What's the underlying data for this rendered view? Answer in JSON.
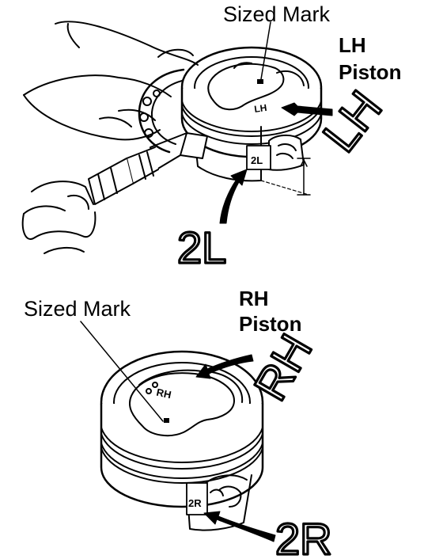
{
  "labels": {
    "top_sized_mark": "Sized Mark",
    "lh_piston_line1": "LH",
    "lh_piston_line2": "Piston",
    "lh_large": "LH",
    "mark_2l_small": "2L",
    "mark_2l_large": "2L",
    "lh_crown_mark": "LH",
    "bottom_sized_mark": "Sized Mark",
    "rh_piston_line1": "RH",
    "rh_piston_line2": "Piston",
    "rh_large": "RH",
    "rh_crown_mark": "RH",
    "mark_2r_small": "2R",
    "mark_2r_large": "2R"
  }
}
